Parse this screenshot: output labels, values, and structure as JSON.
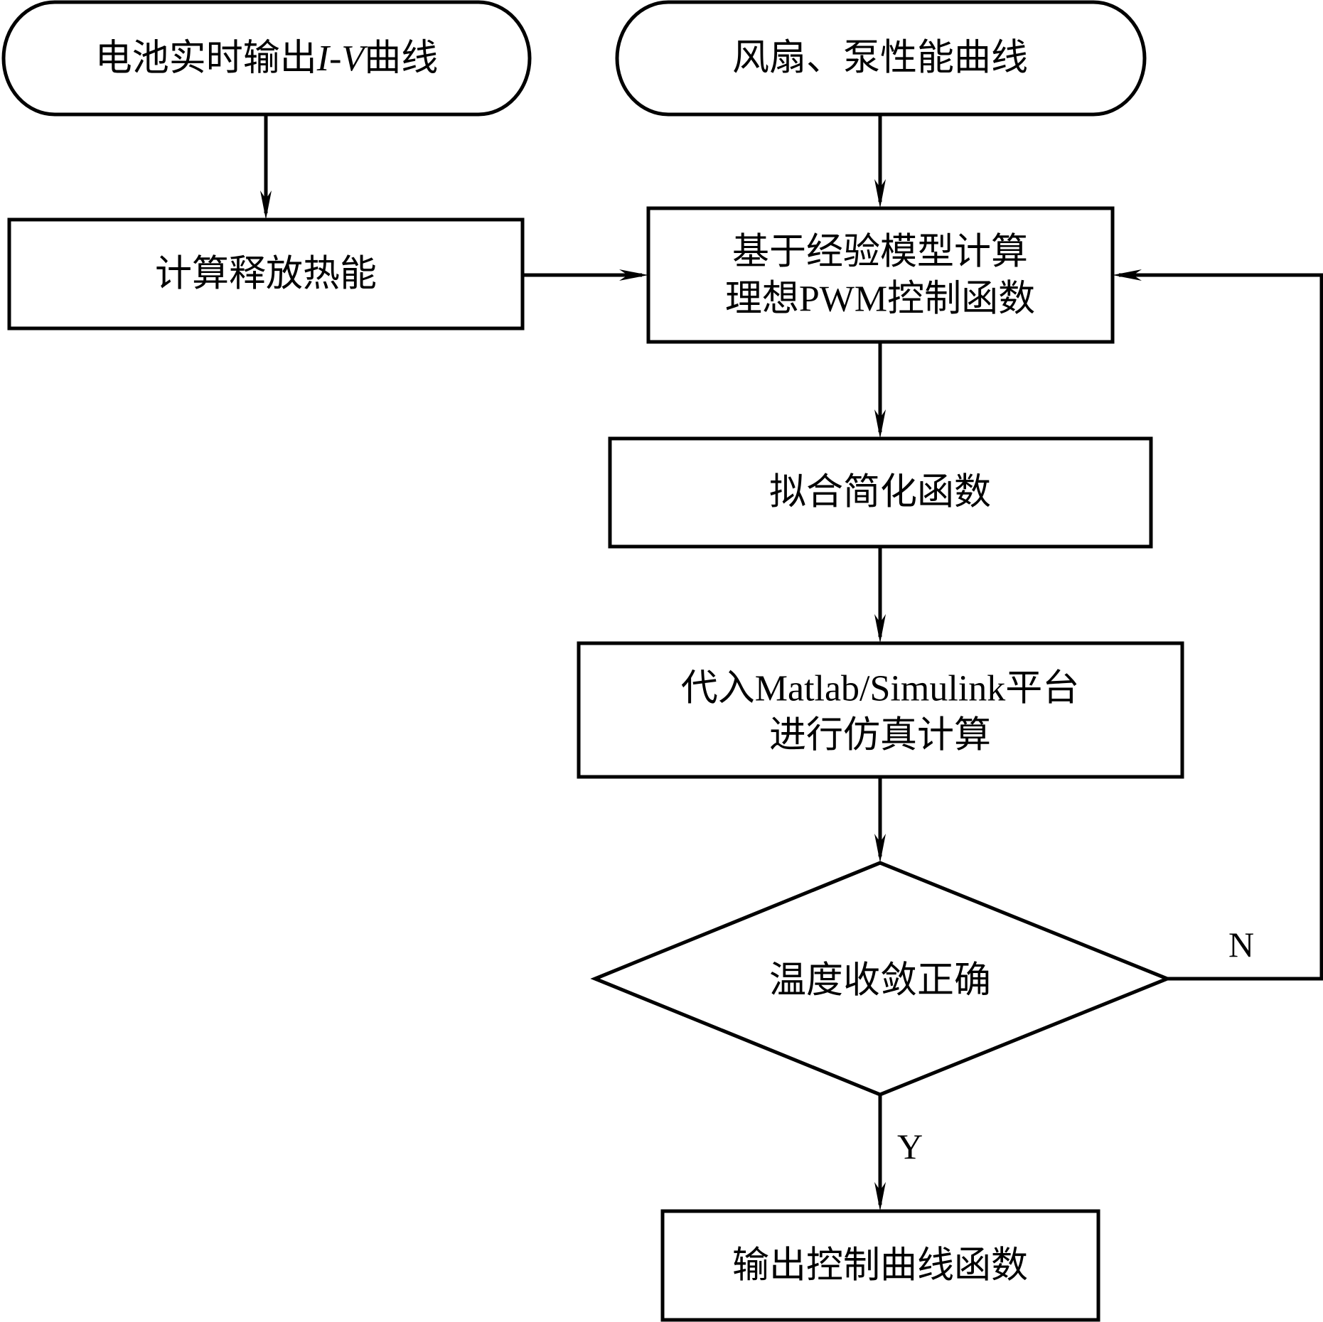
{
  "diagram": {
    "type": "flowchart",
    "colors": {
      "stroke": "#000000",
      "background": "#ffffff",
      "text": "#000000"
    },
    "nodes": {
      "battery_iv": {
        "shape": "terminal",
        "text_prefix": "电池实时输出",
        "text_italic": "I-V",
        "text_suffix": "曲线"
      },
      "fan_pump": {
        "shape": "terminal",
        "text": "风扇、泵性能曲线"
      },
      "heat_calc": {
        "shape": "process",
        "text": "计算释放热能"
      },
      "pwm_model": {
        "shape": "process",
        "lines": [
          "基于经验模型计算",
          "理想PWM控制函数"
        ]
      },
      "fit_func": {
        "shape": "process",
        "text": "拟合简化函数"
      },
      "simulate": {
        "shape": "process",
        "lines": [
          "代入Matlab/Simulink平台",
          "进行仿真计算"
        ]
      },
      "converge": {
        "shape": "decision",
        "text": "温度收敛正确"
      },
      "output": {
        "shape": "process",
        "text": "输出控制曲线函数"
      }
    },
    "edges": [
      {
        "from": "battery_iv",
        "to": "heat_calc",
        "label": ""
      },
      {
        "from": "fan_pump",
        "to": "pwm_model",
        "label": ""
      },
      {
        "from": "heat_calc",
        "to": "pwm_model",
        "label": ""
      },
      {
        "from": "pwm_model",
        "to": "fit_func",
        "label": ""
      },
      {
        "from": "fit_func",
        "to": "simulate",
        "label": ""
      },
      {
        "from": "simulate",
        "to": "converge",
        "label": ""
      },
      {
        "from": "converge",
        "to": "pwm_model",
        "label": "N"
      },
      {
        "from": "converge",
        "to": "output",
        "label": "Y"
      }
    ],
    "branch_labels": {
      "no": "N",
      "yes": "Y"
    }
  }
}
